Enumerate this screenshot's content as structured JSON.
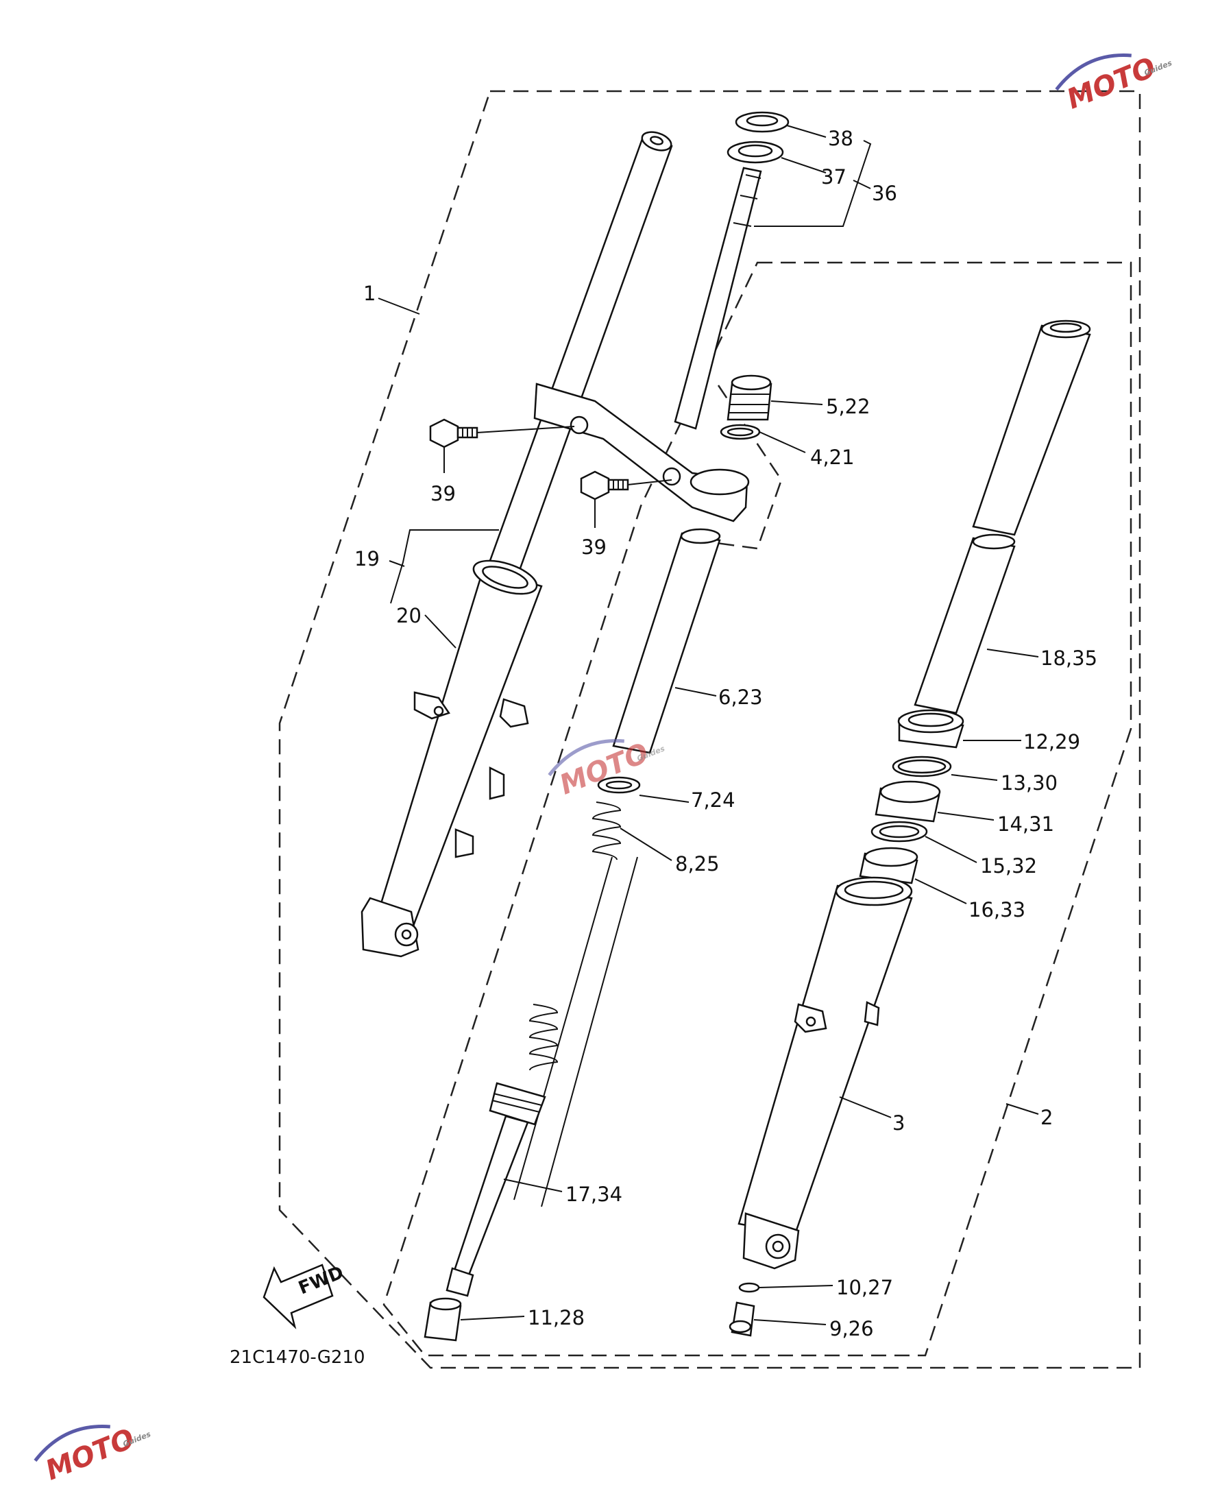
{
  "diagram": {
    "drawing_code": "21C1470-G210",
    "fwd_label": "FWD",
    "callouts": {
      "c1": "1",
      "c2": "2",
      "c3": "3",
      "c4_21": "4,21",
      "c5_22": "5,22",
      "c6_23": "6,23",
      "c7_24": "7,24",
      "c8_25": "8,25",
      "c9_26": "9,26",
      "c10_27": "10,27",
      "c11_28": "11,28",
      "c12_29": "12,29",
      "c13_30": "13,30",
      "c14_31": "14,31",
      "c15_32": "15,32",
      "c16_33": "16,33",
      "c17_34": "17,34",
      "c18_35": "18,35",
      "c19": "19",
      "c20": "20",
      "c36": "36",
      "c37": "37",
      "c38": "38",
      "c39a": "39",
      "c39b": "39"
    }
  },
  "watermark": {
    "text": "MOTO",
    "sub": "Guides",
    "colors": {
      "red": "#c83a3a",
      "purple": "#5a5aa8",
      "gray": "#b0b0b0"
    }
  }
}
